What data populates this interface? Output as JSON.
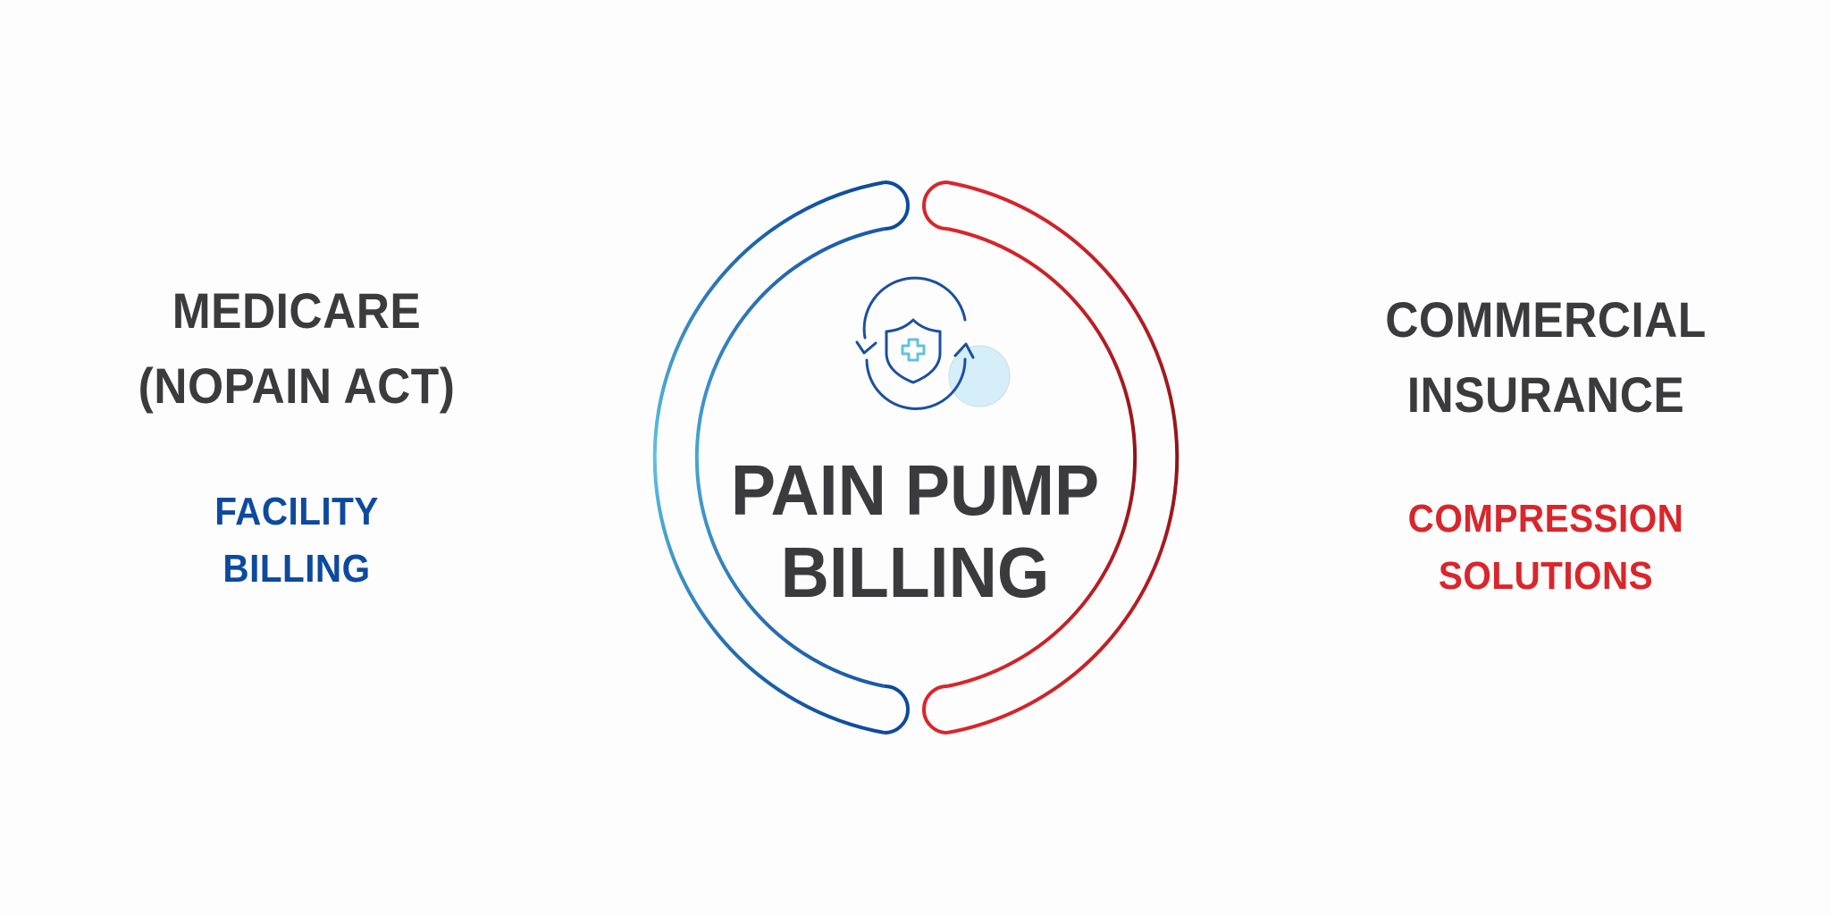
{
  "diagram": {
    "center": {
      "title_line1": "PAIN PUMP",
      "title_line2": "BILLING",
      "icon": "shield-cross-refresh-icon"
    },
    "left": {
      "title_line1": "MEDICARE",
      "title_line2": "(NOPAIN ACT)",
      "subtitle_line1": "FACILITY",
      "subtitle_line2": "BILLING",
      "accent_color": "#0d4a9e",
      "accent_light": "#5fc3e0"
    },
    "right": {
      "title_line1": "COMMERCIAL",
      "title_line2": "INSURANCE",
      "subtitle_line1": "COMPRESSION",
      "subtitle_line2": "SOLUTIONS",
      "accent_color": "#d9262b",
      "accent_dark": "#8e1419"
    },
    "text_color": "#3b3b3d"
  }
}
